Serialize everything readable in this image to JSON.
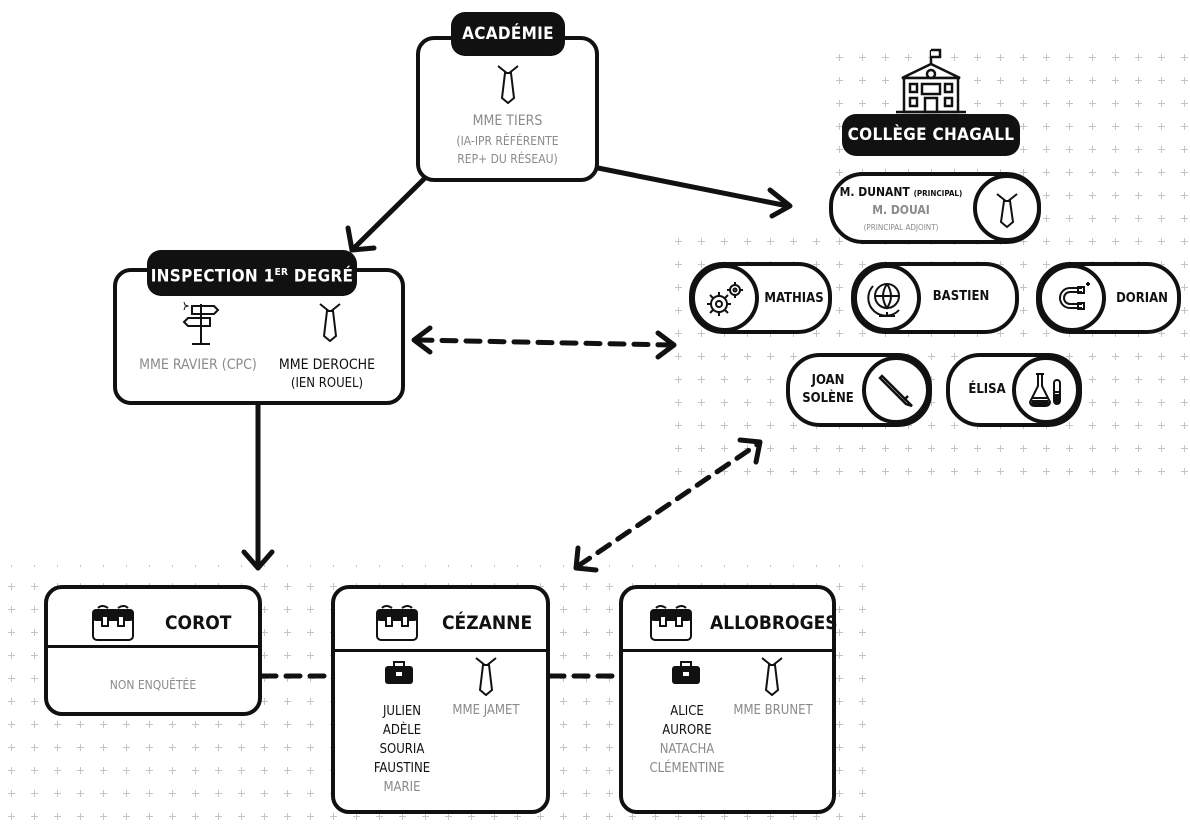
{
  "academie": {
    "title": "ACADÉMIE",
    "person": "MME TIERS",
    "role_line1": "(IA-IPR RÉFÉRENTE",
    "role_line2": "REP+ DU RÉSEAU)"
  },
  "inspection": {
    "title": "INSPECTION 1",
    "title_sup": "ER",
    "title_end": " DEGRÉ",
    "person1": "MME RAVIER (CPC)",
    "person2": "MME DEROCHE",
    "person2_role": "(IEN ROUEL)"
  },
  "college": {
    "title": "COLLÈGE CHAGALL",
    "principal": "M. DUNANT",
    "principal_role": "(PRINCIPAL)",
    "adjoint": "M. DOUAI",
    "adjoint_role": "(PRINCIPAL ADJOINT)",
    "teachers": [
      {
        "label": "MATHIAS",
        "icon": "gears-icon"
      },
      {
        "label": "BASTIEN",
        "icon": "globe-icon"
      },
      {
        "label": "DORIAN",
        "icon": "magnet-icon"
      },
      {
        "label_line1": "JOAN",
        "label_line2": "SOLÈNE",
        "icon": "pencil-icon"
      },
      {
        "label": "ÉLISA",
        "icon": "flask-icon"
      }
    ]
  },
  "schools": [
    {
      "name": "COROT",
      "note": "NON ENQUÊTÉE"
    },
    {
      "name": "CÉZANNE",
      "teachers": [
        "JULIEN",
        "ADÈLE",
        "SOURIA",
        "FAUSTINE",
        "MARIE"
      ],
      "teacher_grey_from": 4,
      "staff": "MME JAMET"
    },
    {
      "name": "ALLOBROGES",
      "teachers": [
        "ALICE",
        "AURORE",
        "NATACHA",
        "CLÉMENTINE"
      ],
      "teacher_grey_from": 2,
      "staff": "MME BRUNET"
    }
  ]
}
